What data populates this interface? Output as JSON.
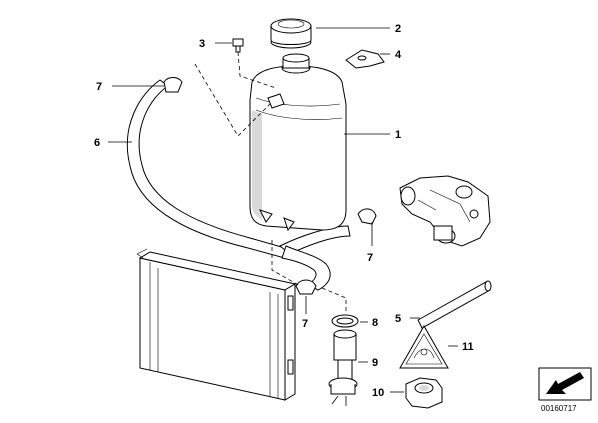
{
  "callouts": {
    "c1": "1",
    "c2": "2",
    "c3": "3",
    "c4": "4",
    "c5": "5",
    "c6": "6",
    "c7a": "7",
    "c7b": "7",
    "c7c": "7",
    "c8": "8",
    "c9": "9",
    "c10": "10",
    "c11": "11"
  },
  "reference_number": "00160717"
}
